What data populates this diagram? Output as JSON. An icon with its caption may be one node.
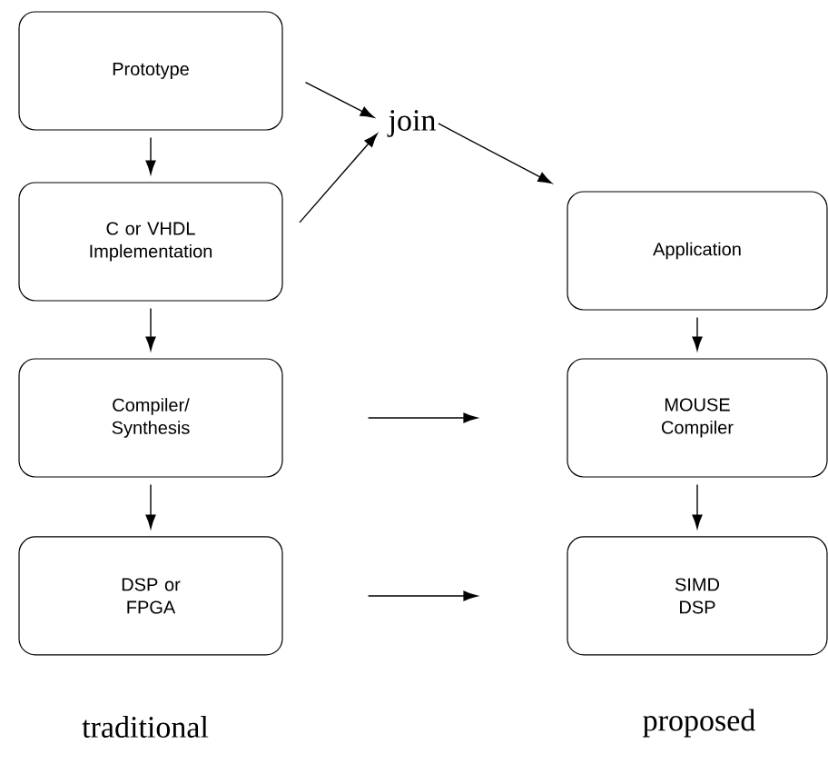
{
  "diagram": {
    "nodes": [
      {
        "text": [
          "Prototype"
        ]
      },
      {
        "text": [
          "C or VHDL Implementation"
        ]
      },
      {
        "text": [
          "Compiler/ Synthesis"
        ]
      },
      {
        "text": [
          "DSP or FPGA"
        ]
      },
      {
        "text": [
          "join"
        ]
      },
      {
        "text": [
          "Application"
        ]
      },
      {
        "text": [
          "MOUSE Compiler"
        ]
      },
      {
        "text": [
          "SIMD DSP"
        ]
      }
    ],
    "edges": [
      {
        "from": 0,
        "to": 1,
        "arrow": "to"
      },
      {
        "from": 1,
        "to": 2,
        "arrow": "to"
      },
      {
        "from": 2,
        "to": 3,
        "arrow": "to"
      },
      {
        "from": 0,
        "to": 4,
        "arrow": "to"
      },
      {
        "from": 1,
        "to": 4,
        "arrow": "to"
      },
      {
        "from": 4,
        "to": 5,
        "arrow": "to"
      },
      {
        "from": 5,
        "to": 6,
        "arrow": "to"
      },
      {
        "from": 6,
        "to": 7,
        "arrow": "to"
      },
      {
        "from": 2,
        "to": 6,
        "arrow": "to"
      },
      {
        "from": 3,
        "to": 7,
        "arrow": "to"
      }
    ],
    "labels": [
      "traditional",
      "proposed"
    ]
  }
}
